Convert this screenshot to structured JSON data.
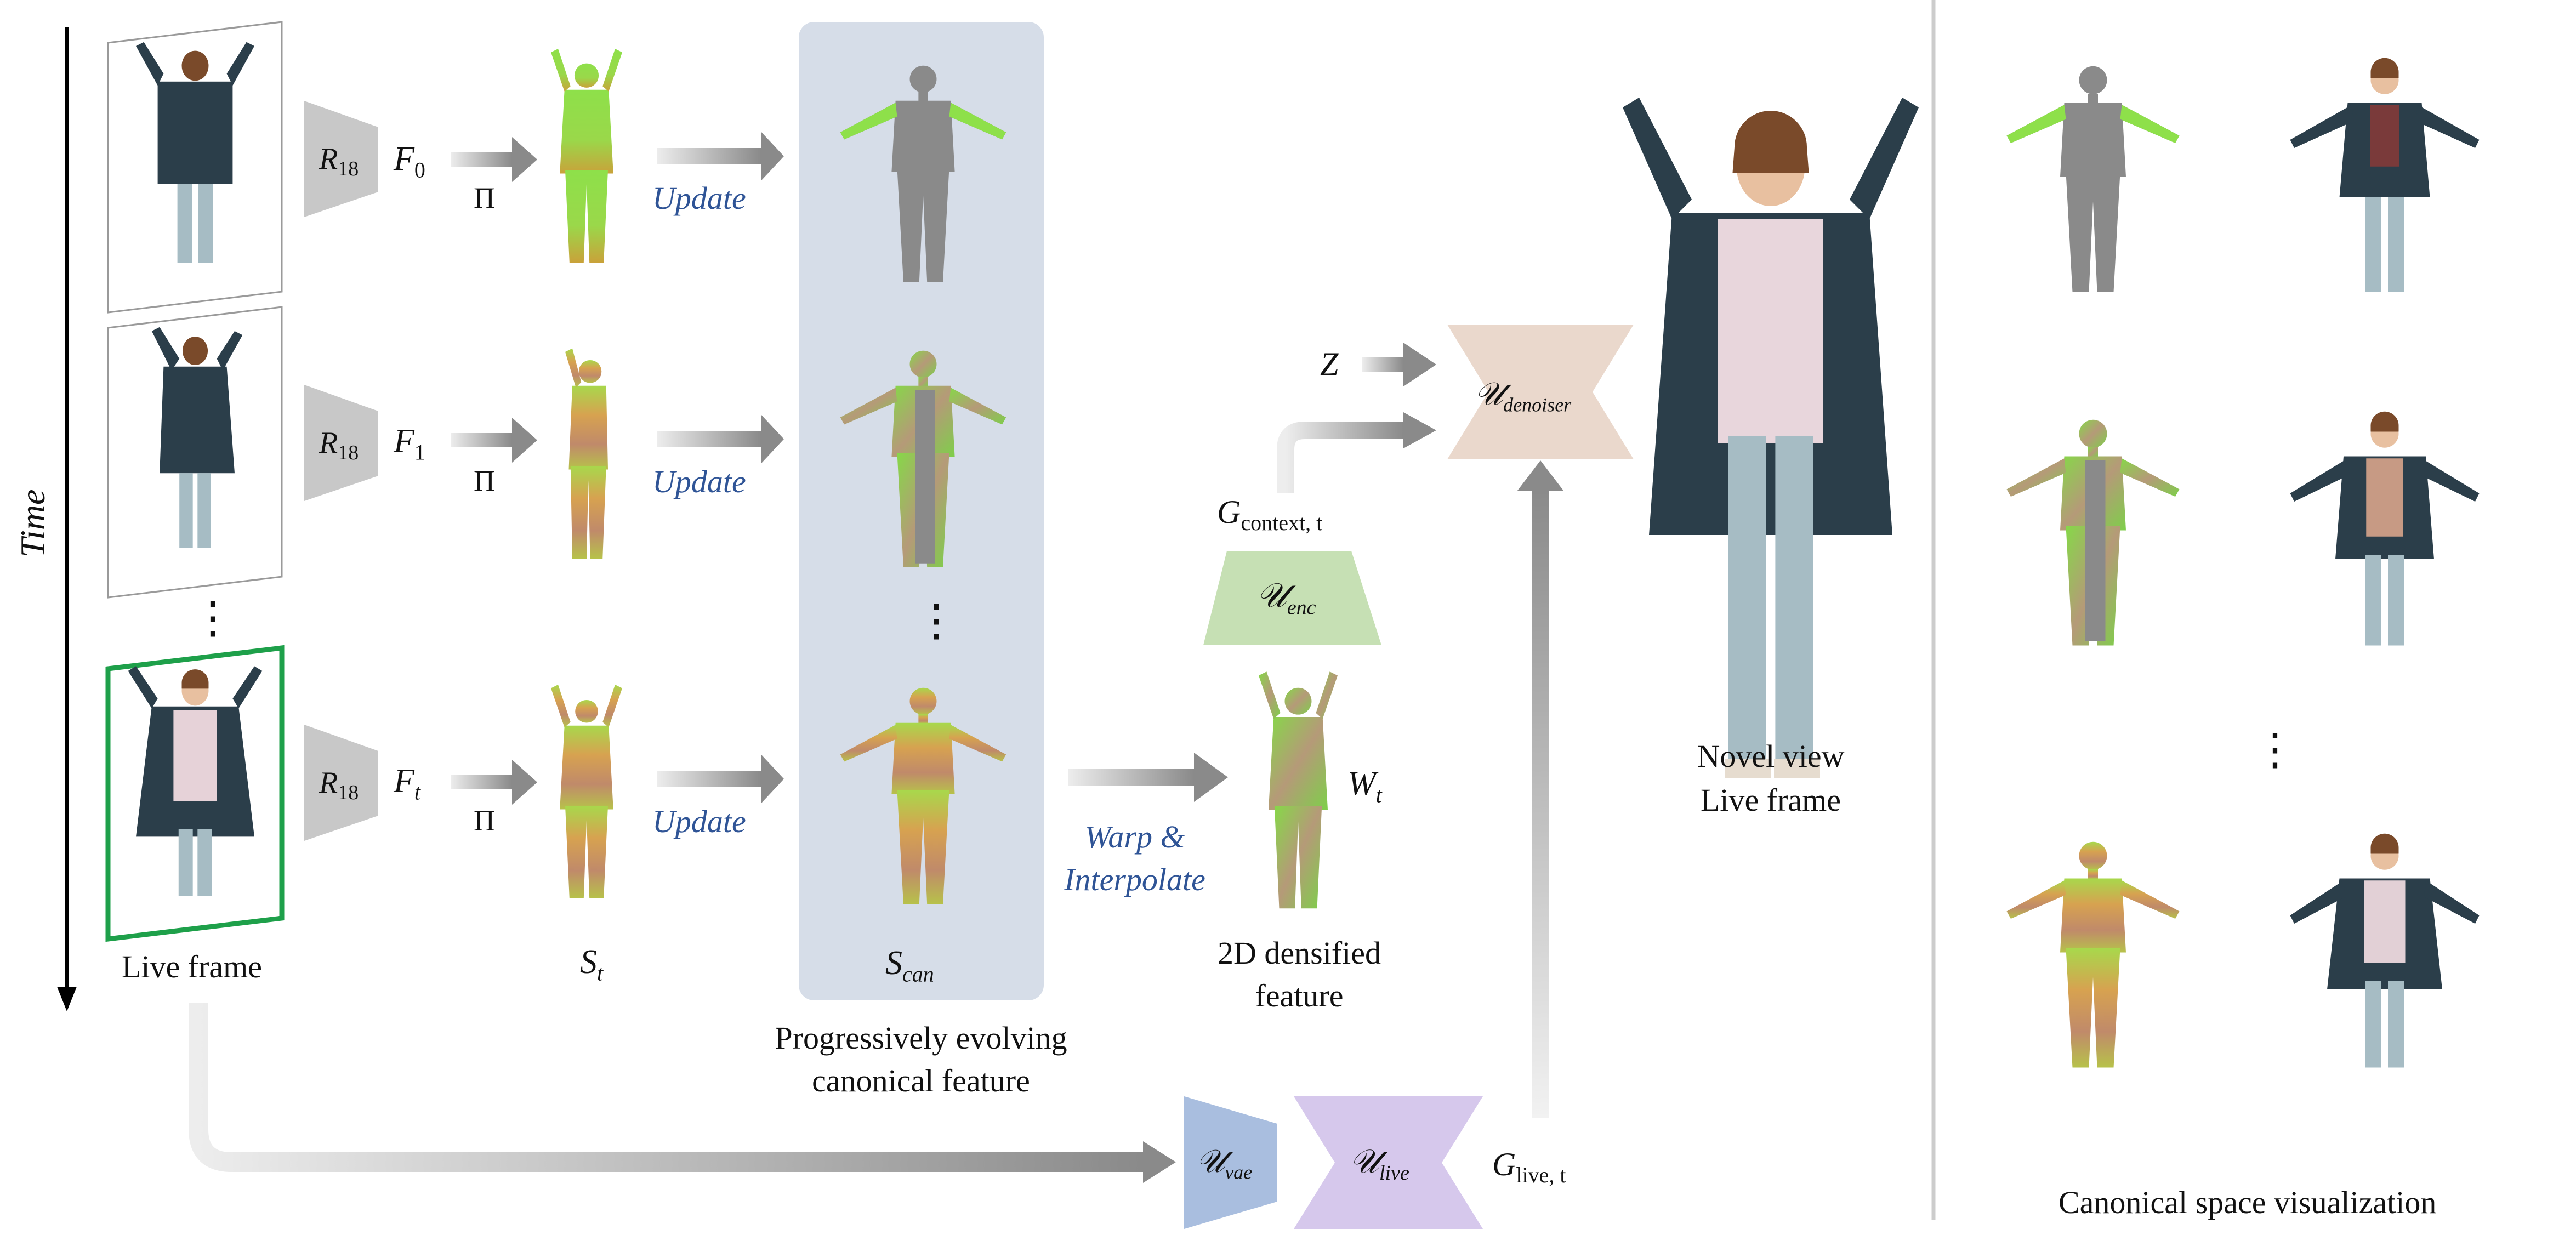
{
  "time_axis": {
    "label": "Time"
  },
  "live_frame": {
    "label": "Live frame"
  },
  "resnet": {
    "R": "R",
    "sub": "18"
  },
  "features": [
    {
      "F": "F",
      "sub": "0"
    },
    {
      "F": "F",
      "sub": "1"
    },
    {
      "F": "F",
      "sub": "t"
    }
  ],
  "projection": {
    "symbol": "Π"
  },
  "update_label": "Update",
  "partial_feature": {
    "S": "S",
    "sub": "t"
  },
  "canonical_feature": {
    "S": "S",
    "sub": "can",
    "caption_line1": "Progressively evolving",
    "caption_line2": "canonical feature"
  },
  "warp": {
    "line1": "Warp &",
    "line2": "Interpolate"
  },
  "densified": {
    "W": "W",
    "sub": "t",
    "caption_line1": "2D densified",
    "caption_line2": "feature"
  },
  "encoder": {
    "U": "𝒰",
    "sub": "enc"
  },
  "context": {
    "G": "G",
    "sub": "context, t"
  },
  "noise": {
    "Z": "Z"
  },
  "denoiser": {
    "U": "𝒰",
    "sub": "denoiser"
  },
  "vae": {
    "U": "𝒰",
    "sub": "vae"
  },
  "live_unet": {
    "U": "𝒰",
    "sub": "live"
  },
  "live_feature": {
    "G": "G",
    "sub": "live, t"
  },
  "novel_view": {
    "line1": "Novel view",
    "line2": "Live frame"
  },
  "canonical_vis": {
    "caption": "Canonical space visualization"
  },
  "ellipsis": "⋮",
  "colors": {
    "gray_block": "#c8c8c8",
    "canonical_panel": "#d6dde8",
    "encoder_green": "#c6e0b4",
    "denoiser_tan": "#ead8cc",
    "vae_blue": "#a9bedf",
    "live_purple": "#d6c8ec",
    "live_frame_border": "#1ea04a",
    "update_text": "#2f5496",
    "feature_green": "#8ee04a",
    "feature_gray": "#8a8a8a",
    "coat": "#2b3e4a",
    "jeans": "#a6bcc4",
    "skin": "#e8c0a0",
    "hair": "#7a4a2a"
  }
}
